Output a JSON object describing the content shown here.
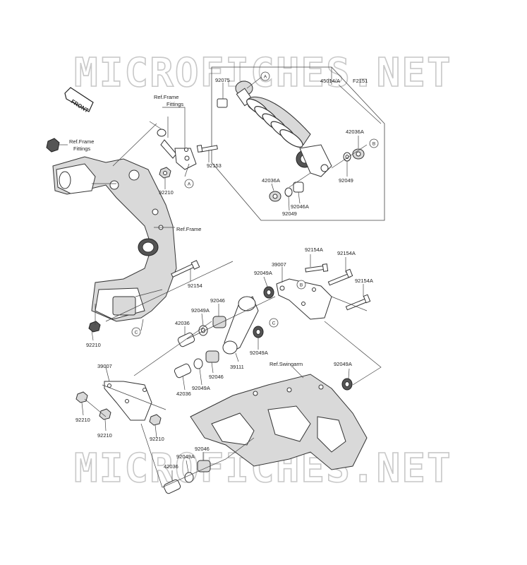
{
  "watermark": "MICROFICHES.NET",
  "front_label": "FRONT",
  "refs": {
    "frame_fittings_top": [
      "Ref.Frame",
      "Fittings"
    ],
    "frame_fittings_left": [
      "Ref.Frame",
      "Fittings"
    ],
    "frame": "Ref.Frame",
    "swingarm": "Ref.Swingarm"
  },
  "labels": {
    "p92075": "92075",
    "p45014": "45014/A",
    "pF2151": "F2151",
    "p42036A_r": "42036A",
    "p92049_r": "92049",
    "p42036A_l": "42036A",
    "p92046A": "92046A",
    "p92049_l": "92049",
    "p92153": "92153",
    "p92210_top": "92210",
    "p92154": "92154",
    "p92154A_1": "92154A",
    "p92154A_2": "92154A",
    "p92154A_3": "92154A",
    "p39007_r": "39007",
    "p92049A_1": "92049A",
    "p92046_1": "92046",
    "p92049A_2": "92049A",
    "p42036_1": "42036",
    "p92049A_3": "92049A",
    "p39111": "39111",
    "p92046_2": "92046",
    "p92049A_4": "92049A",
    "p42036_2": "42036",
    "p92210_l": "92210",
    "p39007_l": "39007",
    "p92210_a": "92210",
    "p92210_b": "92210",
    "p92210_c": "92210",
    "p92049A_5": "92049A",
    "p92046_3": "92046",
    "p42036_3": "42036",
    "p92049A_6": "92049A"
  },
  "callouts": {
    "A": "A",
    "B": "B",
    "C": "C"
  }
}
